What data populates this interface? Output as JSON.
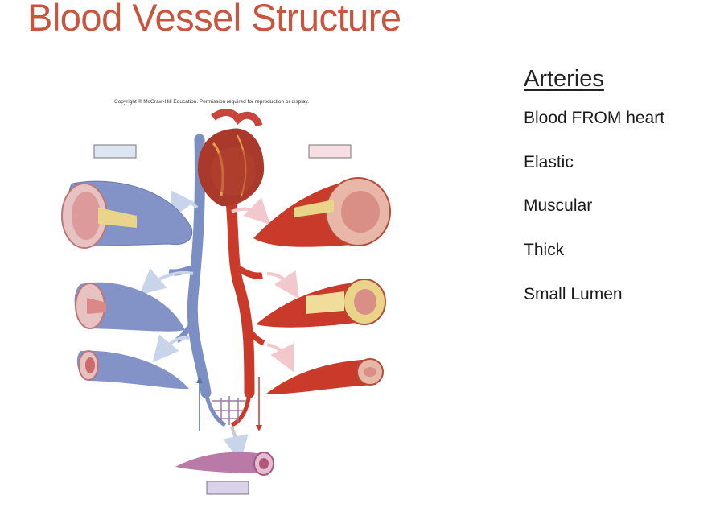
{
  "title": "Blood Vessel Structure",
  "figure": {
    "copyright": "Copyright © McGraw-Hill Education. Permission required for reproduction or display."
  },
  "arteries": {
    "heading": "Arteries",
    "items": [
      "Blood FROM heart",
      "Elastic",
      "Muscular",
      "Thick",
      "Small Lumen"
    ]
  },
  "colors": {
    "title": "#c9553f",
    "vein": "#7c8fc4",
    "artery": "#c93a2a",
    "capillary": "#b97aa8"
  }
}
